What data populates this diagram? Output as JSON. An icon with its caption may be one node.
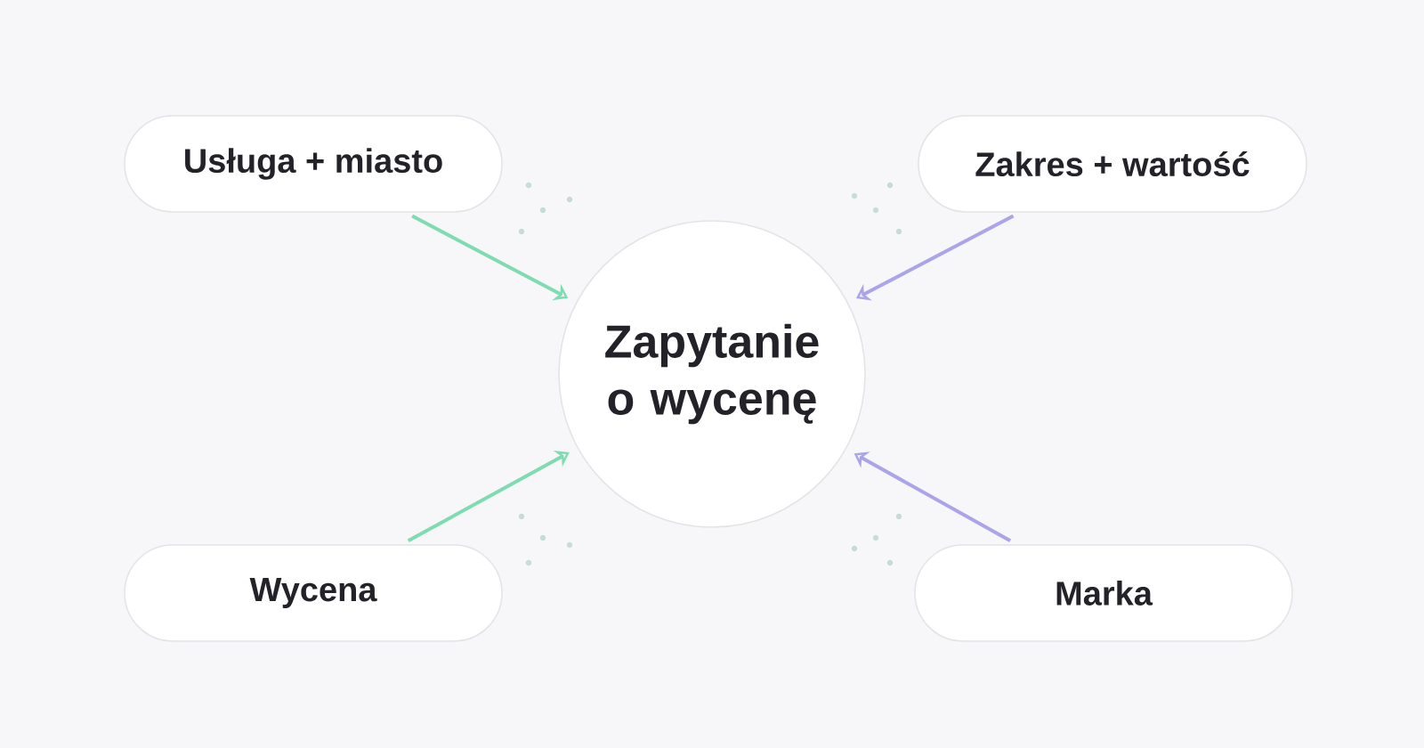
{
  "diagram": {
    "nodes": [
      {
        "text": [
          "Zapytanie o wycenę"
        ]
      },
      {
        "text": [
          "Usługa + miasto"
        ]
      },
      {
        "text": [
          "Zakres + wartość"
        ]
      },
      {
        "text": [
          "Wycena"
        ]
      },
      {
        "text": [
          "Marka"
        ]
      }
    ],
    "edges": [
      {
        "from": 1,
        "to": 0,
        "arrow": "to",
        "color": "#7fdcb2"
      },
      {
        "from": 2,
        "to": 0,
        "arrow": "to",
        "color": "#aba4ea"
      },
      {
        "from": 3,
        "to": 0,
        "arrow": "to",
        "color": "#7fdcb2"
      },
      {
        "from": 4,
        "to": 0,
        "arrow": "to",
        "color": "#aba4ea"
      }
    ]
  }
}
